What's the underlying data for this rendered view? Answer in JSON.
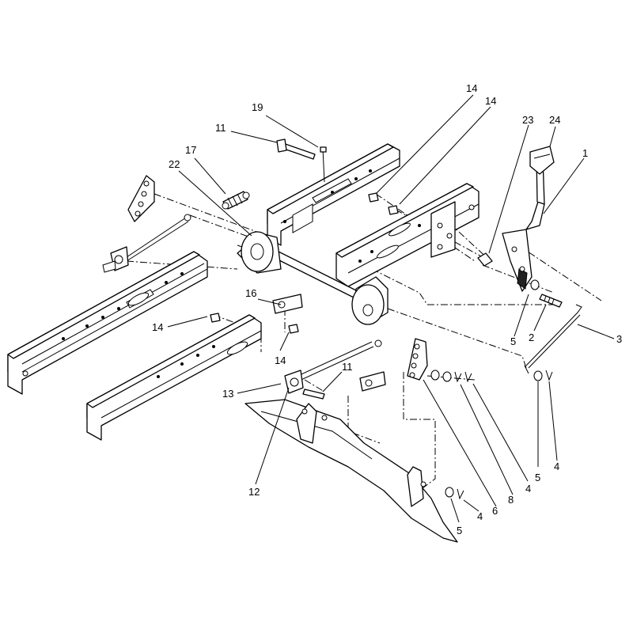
{
  "callouts": [
    {
      "id": "c19",
      "text": "19"
    },
    {
      "id": "c11a",
      "text": "11"
    },
    {
      "id": "c17",
      "text": "17"
    },
    {
      "id": "c22",
      "text": "22"
    },
    {
      "id": "c14a",
      "text": "14"
    },
    {
      "id": "c14b",
      "text": "14"
    },
    {
      "id": "c23",
      "text": "23"
    },
    {
      "id": "c24",
      "text": "24"
    },
    {
      "id": "c1",
      "text": "1"
    },
    {
      "id": "c3",
      "text": "3"
    },
    {
      "id": "c2",
      "text": "2"
    },
    {
      "id": "c5a",
      "text": "5"
    },
    {
      "id": "c16",
      "text": "16"
    },
    {
      "id": "c14c",
      "text": "14"
    },
    {
      "id": "c14d",
      "text": "14"
    },
    {
      "id": "c11b",
      "text": "11"
    },
    {
      "id": "c13",
      "text": "13"
    },
    {
      "id": "c12",
      "text": "12"
    },
    {
      "id": "c5b",
      "text": "5"
    },
    {
      "id": "c4a",
      "text": "4"
    },
    {
      "id": "c4b",
      "text": "4"
    },
    {
      "id": "c8",
      "text": "8"
    },
    {
      "id": "c6",
      "text": "6"
    },
    {
      "id": "c4c",
      "text": "4"
    },
    {
      "id": "c5c",
      "text": "5"
    }
  ]
}
